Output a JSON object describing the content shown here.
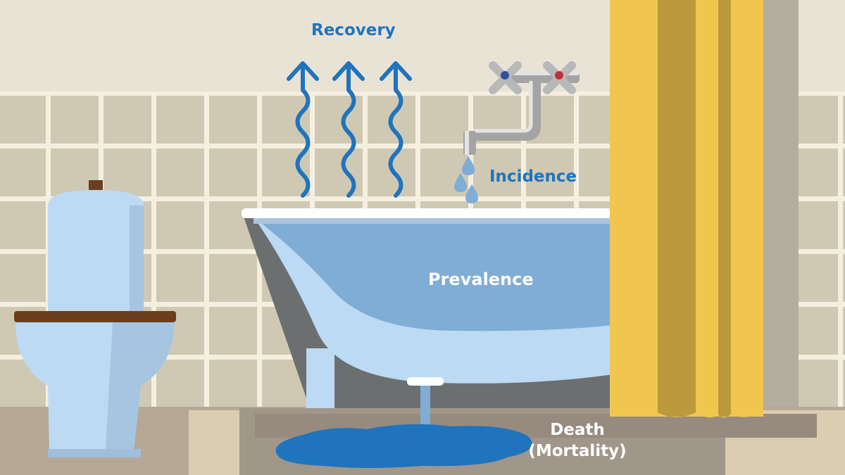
{
  "labels": {
    "recovery": "Recovery",
    "incidence": "Incidence",
    "prevalence": "Prevalence",
    "death_line1": "Death",
    "death_line2": "(Mortality)"
  },
  "colors": {
    "wall": "#e9e3d6",
    "tile": "#cfc9b4",
    "grout": "#f5efe0",
    "tub": "#bcdaf3",
    "water": "#7fadd5",
    "arrow": "#1f74bd",
    "curtain": "#f0c64f",
    "curtain_fold": "#bb993c",
    "toilet": "#bcdaf3",
    "seat": "#6b3e1e",
    "floor": "#b7a895",
    "puddle": "#1f74bd"
  }
}
